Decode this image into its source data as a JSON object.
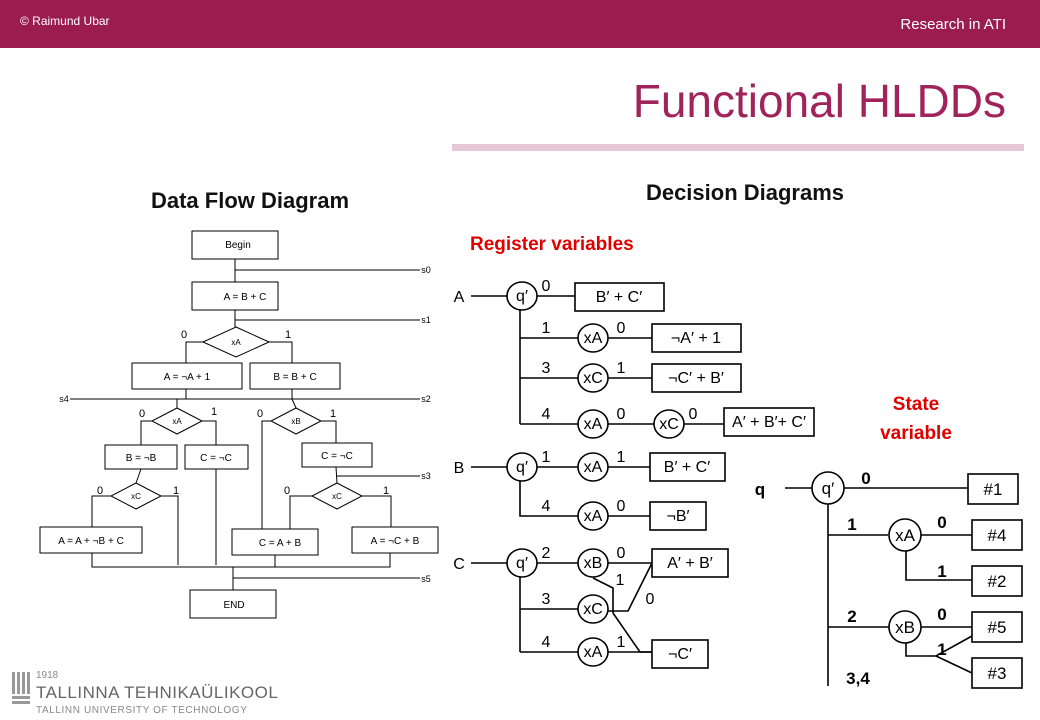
{
  "header": {
    "copyright": "© Raimund Ubar",
    "section": "Research in ATI"
  },
  "title": "Functional HLDDs",
  "headings": {
    "data_flow": "Data Flow Diagram",
    "decision": "Decision  Diagrams",
    "register": "Register variables",
    "state": "State variable"
  },
  "dfd": {
    "begin": "Begin",
    "end": "END",
    "a1": "A = B + C",
    "a2": "A = ¬A + 1",
    "b1": "B = B + C",
    "b2": "B = ¬B",
    "c1": "C = ¬C",
    "c2": "C = ¬C",
    "a3": "A = A + ¬B + C",
    "c3": "C = A + B",
    "a4": "A = ¬C + B",
    "xa": "xA",
    "xb": "xB",
    "xc": "xC",
    "zero": "0",
    "one": "1",
    "s0": "s0",
    "s1": "s1",
    "s2": "s2",
    "s3": "s3",
    "s4": "s4",
    "s5": "s5"
  },
  "regdd": {
    "A": "A",
    "B": "B",
    "C": "C",
    "q": "q′",
    "xA": "xA",
    "xB": "xB",
    "xC": "xC",
    "l0": "0",
    "l1": "1",
    "l2": "2",
    "l3": "3",
    "l4": "4",
    "a_t0": "B′ + C′",
    "a_t1": "¬A′ + 1",
    "a_t3": "¬C′ + B′",
    "a_t4": "A′ + B′+ C′",
    "b_t1": "B′ + C′",
    "b_t4": "¬B′",
    "c_t2": "A′ + B′",
    "c_t4": "¬C′"
  },
  "statedd": {
    "q": "q",
    "qp": "q′",
    "xA": "xA",
    "xB": "xB",
    "l0": "0",
    "l1": "1",
    "l2": "2",
    "l34": "3,4",
    "t1": "#1",
    "t4": "#4",
    "t2": "#2",
    "t5": "#5",
    "t3": "#3"
  },
  "logo": {
    "year": "1918",
    "name": "TALLINNA TEHNIKAÜLIKOOL",
    "name_en": "TALLINN UNIVERSITY OF TECHNOLOGY"
  }
}
